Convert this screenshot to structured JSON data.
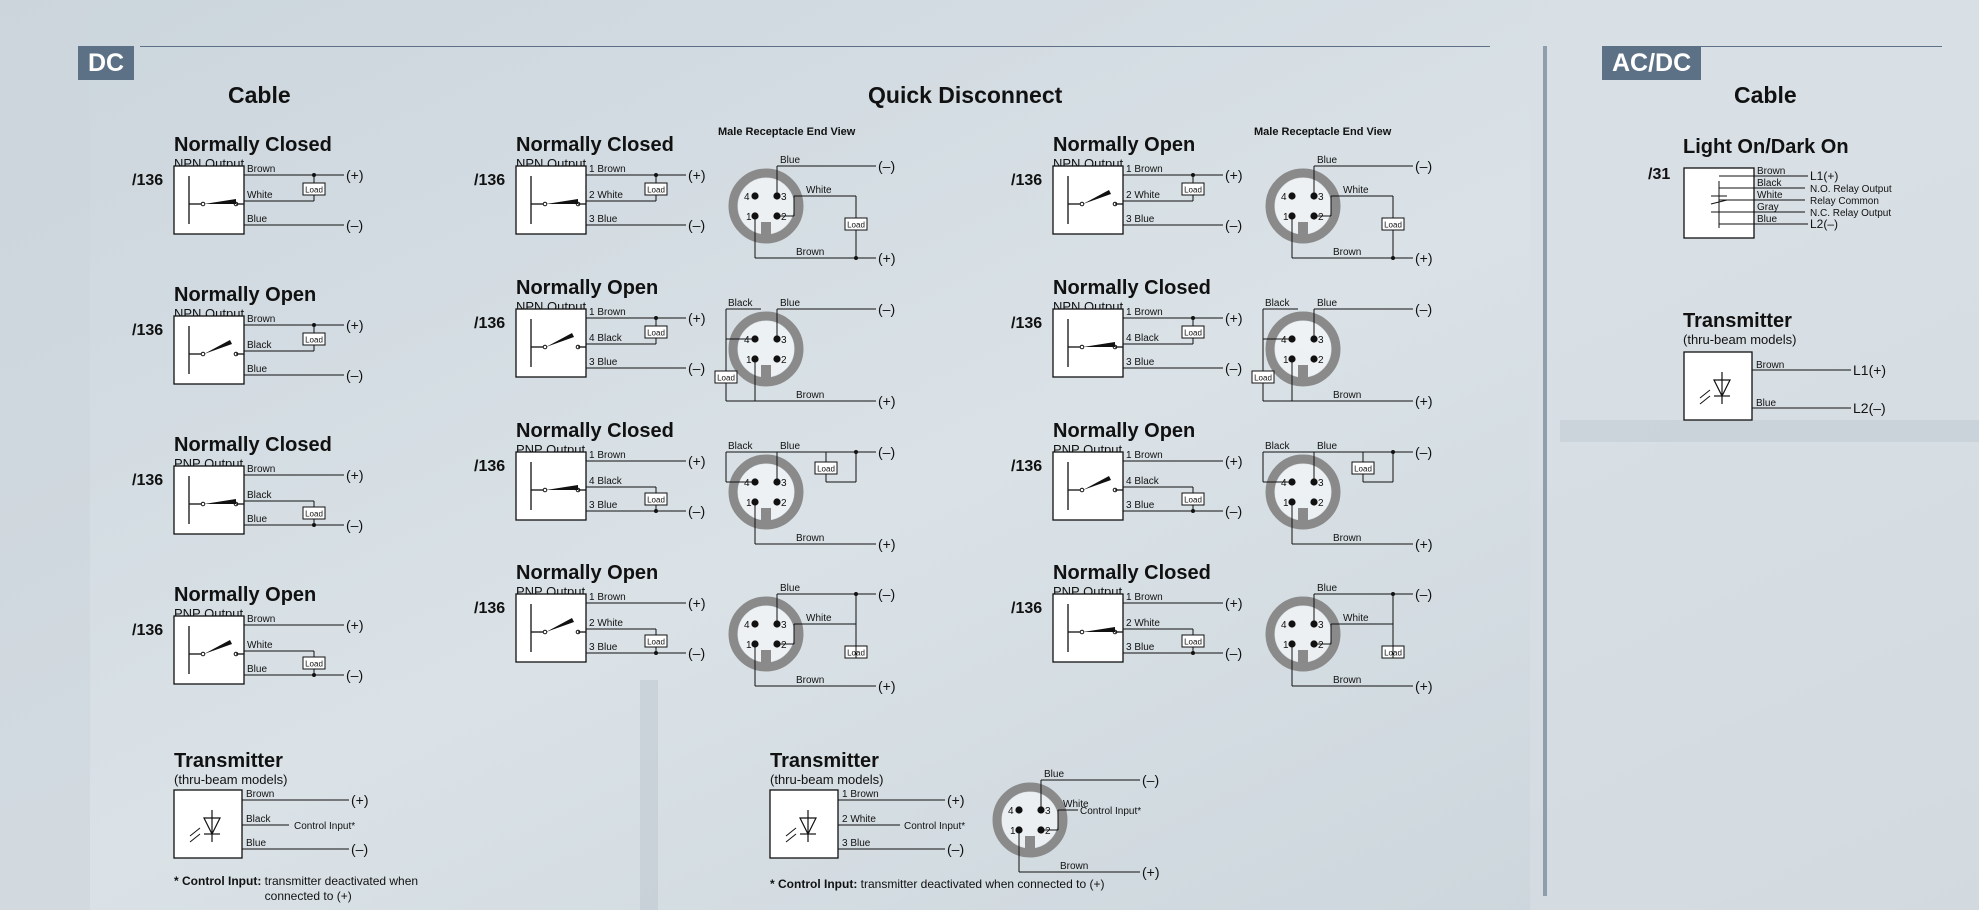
{
  "sections": {
    "dc": {
      "badge": "DC",
      "cable_title": "Cable",
      "qd_title": "Quick Disconnect"
    },
    "acdc": {
      "badge": "AC/DC",
      "cable_title": "Cable"
    }
  },
  "male_view_label": "Male Receptacle End View",
  "cable_dc": [
    {
      "title": "Normally Closed",
      "sub": "NPN Output",
      "code": "/136",
      "contact": "closed",
      "wires": [
        {
          "label": "Brown",
          "term": "(+)"
        },
        {
          "label": "White",
          "term": ""
        },
        {
          "label": "Blue",
          "term": "(–)"
        }
      ],
      "load_label": "Load"
    },
    {
      "title": "Normally Open",
      "sub": "NPN Output",
      "code": "/136",
      "contact": "open",
      "wires": [
        {
          "label": "Brown",
          "term": "(+)"
        },
        {
          "label": "Black",
          "term": ""
        },
        {
          "label": "Blue",
          "term": "(–)"
        }
      ],
      "load_label": "Load"
    },
    {
      "title": "Normally Closed",
      "sub": "PNP Output",
      "code": "/136",
      "contact": "closed",
      "wires": [
        {
          "label": "Brown",
          "term": "(+)"
        },
        {
          "label": "Black",
          "term": ""
        },
        {
          "label": "Blue",
          "term": "(–)"
        }
      ],
      "load_label": "Load"
    },
    {
      "title": "Normally Open",
      "sub": "PNP Output",
      "code": "/136",
      "contact": "open",
      "wires": [
        {
          "label": "Brown",
          "term": "(+)"
        },
        {
          "label": "White",
          "term": ""
        },
        {
          "label": "Blue",
          "term": "(–)"
        }
      ],
      "load_label": "Load"
    }
  ],
  "transmitter_cable": {
    "title": "Transmitter",
    "sub": "(thru-beam models)",
    "wires": [
      {
        "label": "Brown",
        "term": "(+)"
      },
      {
        "label": "Black",
        "term": "Control Input*"
      },
      {
        "label": "Blue",
        "term": "(–)"
      }
    ],
    "foot_bold": "* Control Input:",
    "foot_text": "transmitter deactivated when connected to (+)"
  },
  "qd_col1": [
    {
      "title": "Normally Closed",
      "sub": "NPN Output",
      "code": "/136",
      "contact": "closed",
      "wires": [
        {
          "label": "1 Brown",
          "term": "(+)"
        },
        {
          "label": "2 White",
          "term": ""
        },
        {
          "label": "3 Blue",
          "term": "(–)"
        }
      ],
      "load_label": "Load",
      "conn": {
        "top": "Blue",
        "top_term": "(–)",
        "side": "White",
        "bottom": "Brown",
        "bottom_term": "(+)",
        "load_label": "Load"
      }
    },
    {
      "title": "Normally Open",
      "sub": "NPN Output",
      "code": "/136",
      "contact": "open",
      "wires": [
        {
          "label": "1 Brown",
          "term": "(+)"
        },
        {
          "label": "4 Black",
          "term": ""
        },
        {
          "label": "3 Blue",
          "term": "(–)"
        }
      ],
      "load_label": "Load",
      "conn": {
        "top": "Blue",
        "top_term": "(–)",
        "side": "Black",
        "bottom": "Brown",
        "bottom_term": "(+)",
        "load_label": "Load"
      }
    },
    {
      "title": "Normally Closed",
      "sub": "PNP Output",
      "code": "/136",
      "contact": "closed",
      "wires": [
        {
          "label": "1 Brown",
          "term": "(+)"
        },
        {
          "label": "4 Black",
          "term": ""
        },
        {
          "label": "3 Blue",
          "term": "(–)"
        }
      ],
      "load_label": "Load",
      "conn": {
        "top": "Blue",
        "top_term": "(–)",
        "side": "Black",
        "bottom": "Brown",
        "bottom_term": "(+)",
        "load_label": "Load"
      }
    },
    {
      "title": "Normally Open",
      "sub": "PNP Output",
      "code": "/136",
      "contact": "open",
      "wires": [
        {
          "label": "1 Brown",
          "term": "(+)"
        },
        {
          "label": "2 White",
          "term": ""
        },
        {
          "label": "3 Blue",
          "term": "(–)"
        }
      ],
      "load_label": "Load",
      "conn": {
        "top": "Blue",
        "top_term": "(–)",
        "side": "White",
        "bottom": "Brown",
        "bottom_term": "(+)",
        "load_label": "Load"
      }
    }
  ],
  "qd_col2": [
    {
      "title": "Normally Open",
      "sub": "NPN Output",
      "code": "/136",
      "contact": "open",
      "wires": [
        {
          "label": "1 Brown",
          "term": "(+)"
        },
        {
          "label": "2 White",
          "term": ""
        },
        {
          "label": "3 Blue",
          "term": "(–)"
        }
      ],
      "load_label": "Load",
      "conn": {
        "top": "Blue",
        "top_term": "(–)",
        "side": "White",
        "bottom": "Brown",
        "bottom_term": "(+)",
        "load_label": "Load"
      }
    },
    {
      "title": "Normally Closed",
      "sub": "NPN Output",
      "code": "/136",
      "contact": "closed",
      "wires": [
        {
          "label": "1 Brown",
          "term": "(+)"
        },
        {
          "label": "4 Black",
          "term": ""
        },
        {
          "label": "3 Blue",
          "term": "(–)"
        }
      ],
      "load_label": "Load",
      "conn": {
        "top": "Blue",
        "top_term": "(–)",
        "side": "Black",
        "bottom": "Brown",
        "bottom_term": "(+)",
        "load_label": "Load"
      }
    },
    {
      "title": "Normally Open",
      "sub": "PNP Output",
      "code": "/136",
      "contact": "open",
      "wires": [
        {
          "label": "1 Brown",
          "term": "(+)"
        },
        {
          "label": "4 Black",
          "term": ""
        },
        {
          "label": "3 Blue",
          "term": "(–)"
        }
      ],
      "load_label": "Load",
      "conn": {
        "top": "Blue",
        "top_term": "(–)",
        "side": "Black",
        "bottom": "Brown",
        "bottom_term": "(+)",
        "load_label": "Load"
      }
    },
    {
      "title": "Normally Closed",
      "sub": "PNP Output",
      "code": "/136",
      "contact": "closed",
      "wires": [
        {
          "label": "1 Brown",
          "term": "(+)"
        },
        {
          "label": "2 White",
          "term": ""
        },
        {
          "label": "3 Blue",
          "term": "(–)"
        }
      ],
      "load_label": "Load",
      "conn": {
        "top": "Blue",
        "top_term": "(–)",
        "side": "White",
        "bottom": "Brown",
        "bottom_term": "(+)",
        "load_label": "Load"
      }
    }
  ],
  "transmitter_qd": {
    "title": "Transmitter",
    "sub": "(thru-beam models)",
    "wires": [
      {
        "label": "1 Brown",
        "term": "(+)"
      },
      {
        "label": "2 White",
        "term": "Control Input*"
      },
      {
        "label": "3 Blue",
        "term": "(–)"
      }
    ],
    "conn": {
      "top": "Blue",
      "top_term": "(–)",
      "side": "White",
      "side_term": "Control Input*",
      "bottom": "Brown",
      "bottom_term": "(+)"
    },
    "foot_bold": "* Control Input:",
    "foot_text": "transmitter deactivated when connected to (+)"
  },
  "pins": [
    "4",
    "3",
    "1",
    "2"
  ],
  "acdc_light": {
    "title": "Light On/Dark On",
    "code": "/31",
    "wires": [
      {
        "label": "Brown",
        "term": "L1(+)"
      },
      {
        "label": "Black",
        "term": "N.O. Relay Output"
      },
      {
        "label": "White",
        "term": "Relay Common"
      },
      {
        "label": "Gray",
        "term": "N.C. Relay Output"
      },
      {
        "label": "Blue",
        "term": "L2(–)"
      }
    ]
  },
  "acdc_transmitter": {
    "title": "Transmitter",
    "sub": "(thru-beam models)",
    "wires": [
      {
        "label": "Brown",
        "term": "L1(+)"
      },
      {
        "label": "Blue",
        "term": "L2(–)"
      }
    ]
  },
  "colors": {
    "badge": "#5c7185",
    "rule": "#5c7185",
    "connector": "#8a8a8a",
    "background": "#d4dde3"
  }
}
